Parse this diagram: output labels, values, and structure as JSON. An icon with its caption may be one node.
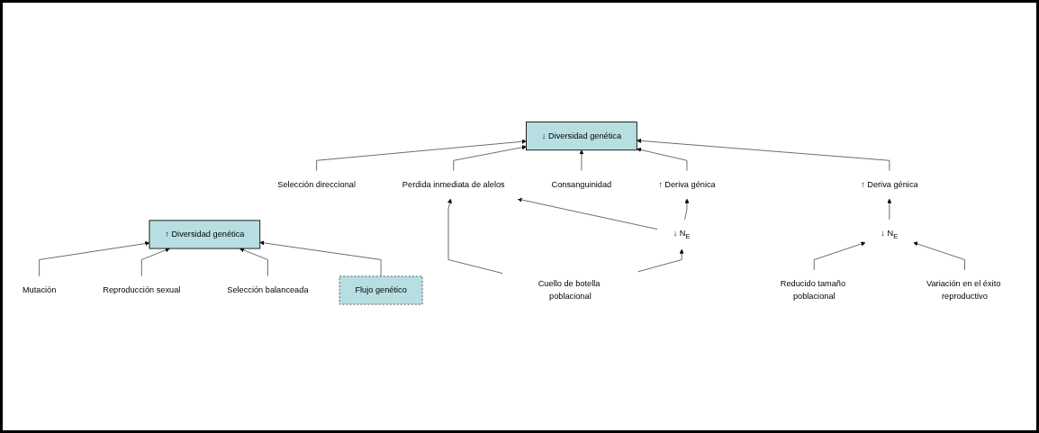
{
  "diagram": {
    "nodes": [
      {
        "text": [
          "Mutación"
        ]
      },
      {
        "text": [
          "Reproducción sexual"
        ]
      },
      {
        "text": [
          "Selección balanceada"
        ]
      },
      {
        "text": [
          "↑ Diversidad genética"
        ]
      },
      {
        "text": [
          "Flujo genético"
        ]
      },
      {
        "text": [
          "Selección direccional"
        ]
      },
      {
        "text": [
          "↓ Diversidad genética"
        ]
      },
      {
        "text": [
          "Perdida inmediata de alelos"
        ]
      },
      {
        "text": [
          "Cuello de botella poblacional"
        ]
      },
      {
        "text": [
          "Consanguinidad"
        ]
      },
      {
        "text": [
          "↑ Deriva génica"
        ]
      },
      {
        "text": [
          "↑ Deriva génica"
        ]
      },
      {
        "text": [
          "↓ N$_{E}$"
        ]
      },
      {
        "text": [
          "Reducido tamaño poblacional"
        ]
      },
      {
        "text": [
          "↓ N$_{E}$"
        ]
      },
      {
        "text": [
          "Variación en el éxito reproductivo"
        ]
      }
    ],
    "edges": [
      {
        "from": 0,
        "to": 3,
        "arrow": "to"
      },
      {
        "from": 1,
        "to": 3,
        "arrow": "to"
      },
      {
        "from": 2,
        "to": 3,
        "arrow": "to"
      },
      {
        "from": 4,
        "to": 3,
        "arrow": "to"
      },
      {
        "from": 5,
        "to": 6,
        "arrow": "to"
      },
      {
        "from": 7,
        "to": 6,
        "arrow": "to"
      },
      {
        "from": 8,
        "to": 7,
        "arrow": "to"
      },
      {
        "from": 9,
        "to": 6,
        "arrow": "to"
      },
      {
        "from": 10,
        "to": 6,
        "arrow": "to"
      },
      {
        "from": 11,
        "to": 6,
        "arrow": "to"
      },
      {
        "from": 12,
        "to": 7,
        "arrow": "to"
      },
      {
        "from": 12,
        "to": 11,
        "arrow": "to"
      },
      {
        "from": 8,
        "to": 12,
        "arrow": "to"
      },
      {
        "from": 14,
        "to": 10,
        "arrow": "to"
      },
      {
        "from": 13,
        "to": 14,
        "arrow": "to"
      },
      {
        "from": 15,
        "to": 14,
        "arrow": "to"
      }
    ]
  }
}
